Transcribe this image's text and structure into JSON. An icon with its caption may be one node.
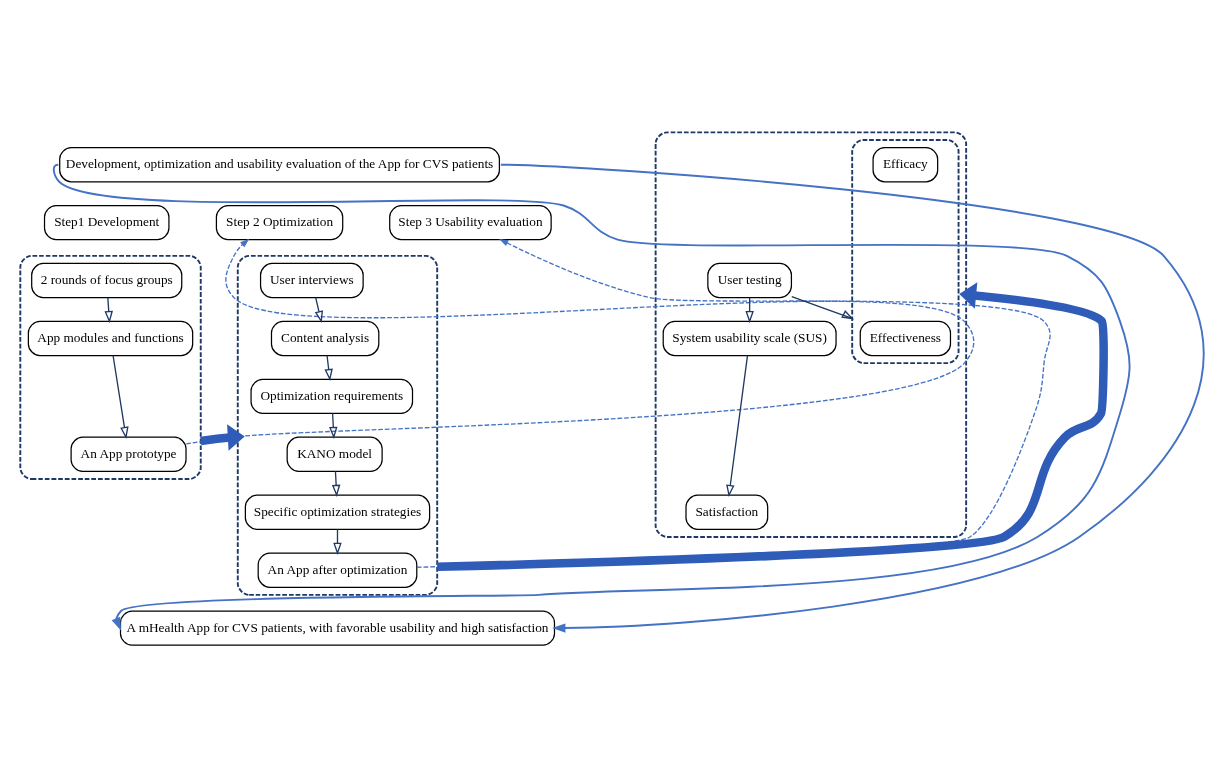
{
  "diagram": {
    "nodes": [
      {
        "text": [
          "Development, optimization and usability evaluation of the App for CVS patients"
        ]
      },
      {
        "text": [
          "Step1 Development"
        ]
      },
      {
        "text": [],
        "shape": "box"
      },
      {
        "text": [
          "2 rounds of focus groups"
        ],
        "in": 2
      },
      {
        "text": [
          "App modules and functions"
        ],
        "in": 2
      },
      {
        "text": [
          "An App prototype"
        ],
        "in": 2
      },
      {
        "text": [
          "Step 2 Optimization"
        ]
      },
      {
        "text": [],
        "shape": "box"
      },
      {
        "text": [
          "User interviews"
        ],
        "in": 7
      },
      {
        "text": [
          "Content analysis"
        ],
        "in": 7
      },
      {
        "text": [
          "Optimization requirements"
        ],
        "in": 7
      },
      {
        "text": [
          "KANO model"
        ],
        "in": 7
      },
      {
        "text": [
          "Specific optimization strategies"
        ],
        "in": 7
      },
      {
        "text": [
          "An App after optimization"
        ],
        "in": 7
      },
      {
        "text": [
          "Step 3 Usability evaluation"
        ]
      },
      {
        "text": [],
        "shape": "box"
      },
      {
        "text": [
          "User testing"
        ],
        "in": 15
      },
      {
        "text": [],
        "shape": "box",
        "in": 15
      },
      {
        "text": [
          "Effectiveness"
        ],
        "in": 17
      },
      {
        "text": [
          "Efficacy"
        ],
        "in": 17
      },
      {
        "text": [
          "System usability scale (SUS)"
        ],
        "in": 15
      },
      {
        "text": [
          "Satisfaction"
        ],
        "in": 15
      },
      {
        "text": [
          "A mHealth App for CVS patients, with favorable usability and high satisfaction"
        ]
      }
    ],
    "edges": [
      {
        "from": 3,
        "to": 4,
        "arrow": "to"
      },
      {
        "from": 4,
        "to": 5,
        "arrow": "to"
      },
      {
        "from": 5,
        "to": 6,
        "arrow": "to",
        "style": "dashed",
        "color": "#4472c4"
      },
      {
        "from": 2,
        "to": 7,
        "arrow": "to",
        "style": "thick",
        "color": "#2e5cb8"
      },
      {
        "from": 8,
        "to": 9,
        "arrow": "to"
      },
      {
        "from": 9,
        "to": 10,
        "arrow": "to"
      },
      {
        "from": 10,
        "to": 11,
        "arrow": "to"
      },
      {
        "from": 11,
        "to": 12,
        "arrow": "to"
      },
      {
        "from": 12,
        "to": 13,
        "arrow": "to"
      },
      {
        "from": 13,
        "to": 14,
        "arrow": "to",
        "style": "dashed",
        "color": "#4472c4"
      },
      {
        "from": 7,
        "to": 15,
        "arrow": "to",
        "style": "thick",
        "color": "#2e5cb8"
      },
      {
        "from": 16,
        "to": 17,
        "arrow": "to"
      },
      {
        "from": 16,
        "to": 20,
        "arrow": "to"
      },
      {
        "from": 20,
        "to": 21,
        "arrow": "to"
      },
      {
        "from": 0,
        "to": 22,
        "arrow": "to",
        "color": "#4472c4"
      },
      {
        "from": 0,
        "to": 22,
        "arrow": "to",
        "color": "#4472c4"
      }
    ]
  }
}
